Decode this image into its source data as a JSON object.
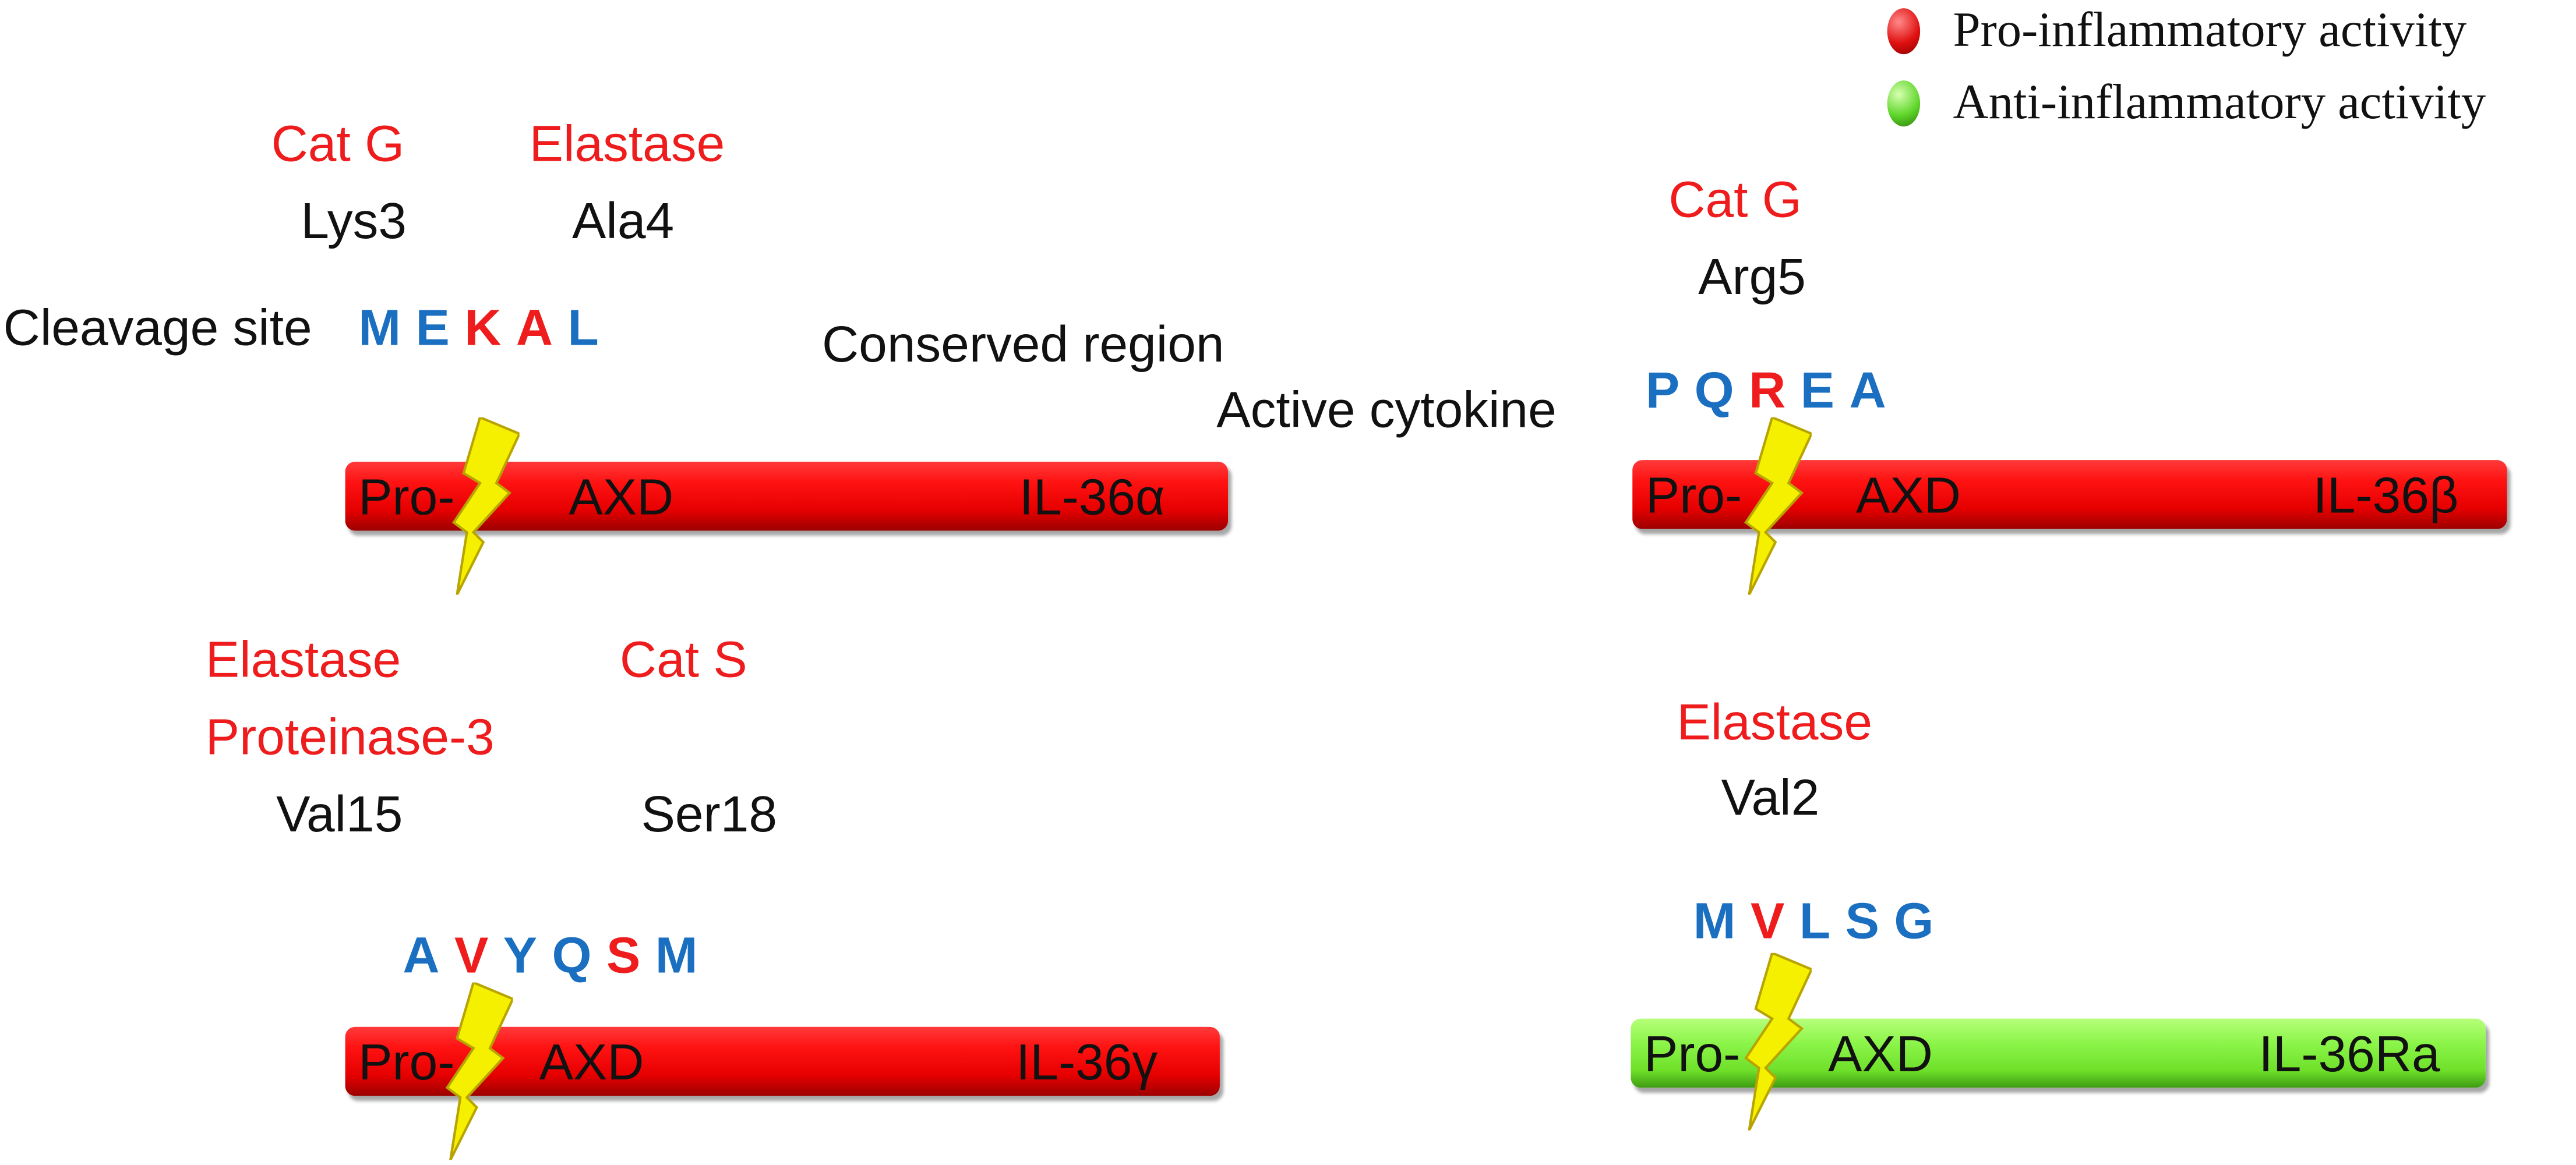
{
  "legend": {
    "pro": {
      "label": "Pro-inflammatory activity",
      "color": "#e01010"
    },
    "anti": {
      "label": "Anti-inflammatory activity",
      "color": "#5ed62a"
    }
  },
  "labels": {
    "cleavage_site": "Cleavage site",
    "conserved_region": "Conserved region",
    "active_cytokine": "Active cytokine"
  },
  "colors": {
    "sequence_blue": "#1b6fc0",
    "sequence_red": "#ee1c1c",
    "enzyme_red": "#ee1c1c",
    "bolt_yellow": "#f5f000"
  },
  "proteins": {
    "il36a": {
      "prefix": "Pro-",
      "middle": "AXD",
      "name": "IL-36α",
      "enzymes": [
        "Cat G",
        "Elastase"
      ],
      "residues": [
        "Lys3",
        "Ala4"
      ],
      "sequence": [
        "M",
        "E",
        "K",
        "A",
        "L"
      ],
      "highlight": [
        false,
        false,
        true,
        true,
        false
      ],
      "activity": "pro"
    },
    "il36b": {
      "prefix": "Pro-",
      "middle": "AXD",
      "name": "IL-36β",
      "enzymes": [
        "Cat G"
      ],
      "residues": [
        "Arg5"
      ],
      "sequence": [
        "P",
        "Q",
        "R",
        "E",
        "A"
      ],
      "highlight": [
        false,
        false,
        true,
        false,
        false
      ],
      "activity": "pro"
    },
    "il36g": {
      "prefix": "Pro-",
      "middle": "AXD",
      "name": "IL-36γ",
      "enzymes": [
        "Elastase",
        "Proteinase-3",
        "Cat S"
      ],
      "residues": [
        "Val15",
        "Ser18"
      ],
      "sequence": [
        "A",
        "V",
        "Y",
        "Q",
        "S",
        "M"
      ],
      "highlight": [
        false,
        true,
        false,
        false,
        true,
        false
      ],
      "activity": "pro"
    },
    "il36ra": {
      "prefix": "Pro-",
      "middle": "AXD",
      "name": "IL-36Ra",
      "enzymes": [
        "Elastase"
      ],
      "residues": [
        "Val2"
      ],
      "sequence": [
        "M",
        "V",
        "L",
        "S",
        "G"
      ],
      "highlight": [
        false,
        true,
        false,
        false,
        false
      ],
      "activity": "anti"
    }
  }
}
